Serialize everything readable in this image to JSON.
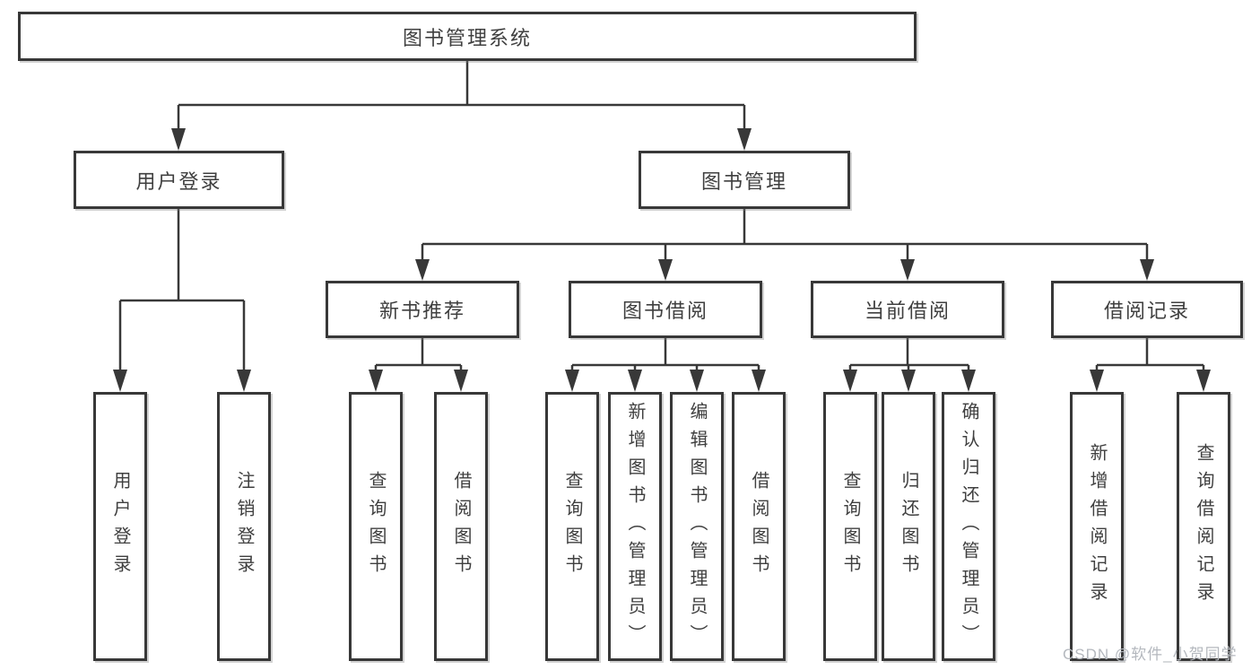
{
  "diagram_title": "图书管理系统",
  "tree": {
    "root": {
      "label": "图书管理系统"
    },
    "level2": [
      {
        "label": "用户登录"
      },
      {
        "label": "图书管理"
      }
    ],
    "level3": [
      {
        "label": "新书推荐"
      },
      {
        "label": "图书借阅"
      },
      {
        "label": "当前借阅"
      },
      {
        "label": "借阅记录"
      }
    ],
    "leaves": {
      "userLogin": [
        {
          "label": "用户登录"
        },
        {
          "label": "注销登录"
        }
      ],
      "newBook": [
        {
          "label": "查询图书"
        },
        {
          "label": "借阅图书"
        }
      ],
      "bookBorrow": [
        {
          "label": "查询图书"
        },
        {
          "label": "新增图书（管理员）"
        },
        {
          "label": "编辑图书（管理员）"
        },
        {
          "label": "借阅图书"
        }
      ],
      "currentBorrow": [
        {
          "label": "查询图书"
        },
        {
          "label": "归还图书"
        },
        {
          "label": "确认归还（管理员）"
        }
      ],
      "borrowRecord": [
        {
          "label": "新增借阅记录"
        },
        {
          "label": "查询借阅记录"
        }
      ]
    }
  },
  "watermark": {
    "text": "CSDN @软件_小贺同学",
    "color": "#b4b8be"
  },
  "colors": {
    "line": "#383838",
    "box_border": "#383838",
    "text": "#3f3f3f",
    "background": "#ffffff"
  }
}
